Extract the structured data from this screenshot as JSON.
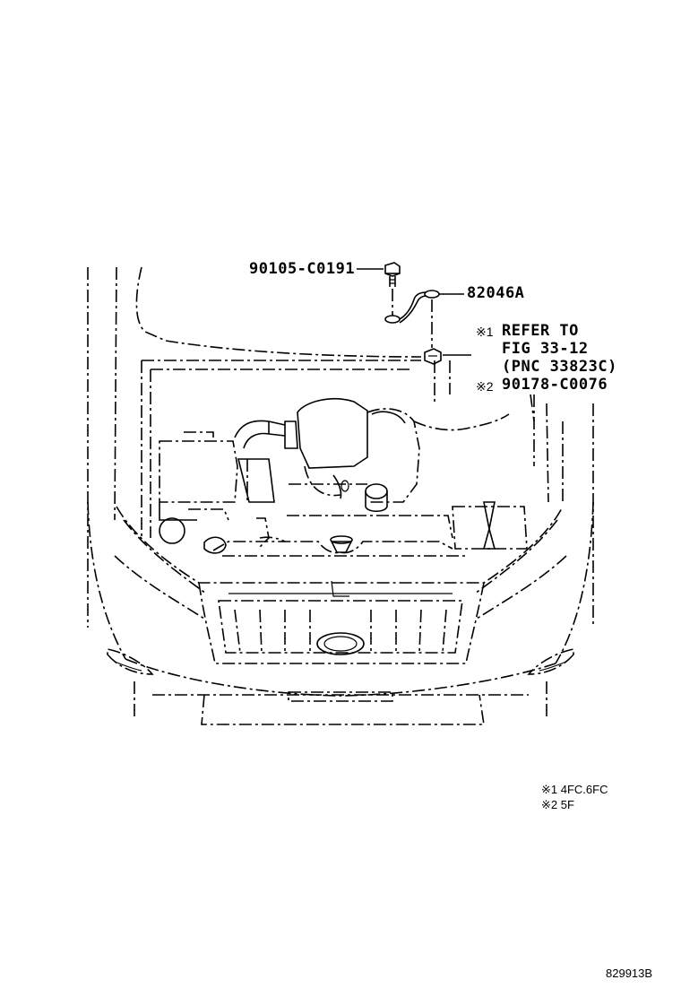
{
  "callouts": {
    "bolt_part": "90105-C0191",
    "strap_part": "82046A",
    "refer_mark": "※1",
    "refer_line1": "REFER TO",
    "refer_line2": "FIG 33-12",
    "refer_line3": "(PNC 33823C)",
    "nut_mark": "※2",
    "nut_part": "90178-C0076"
  },
  "notes": {
    "note1": "※1 4FC.6FC",
    "note2": "※2 5F"
  },
  "illustration_id": "829913B",
  "icons": [
    "bolt-icon",
    "ground-strap-icon",
    "nut-icon",
    "vehicle-front-icon"
  ]
}
